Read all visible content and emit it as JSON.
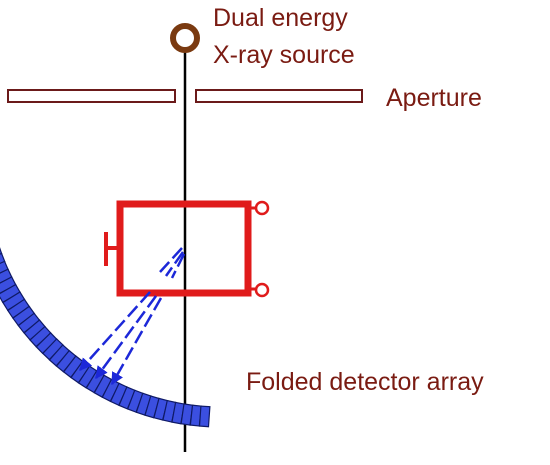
{
  "labels": {
    "source_line1": "Dual energy",
    "source_line2": "X-ray source",
    "aperture": "Aperture",
    "detector": "Folded detector array"
  },
  "colors": {
    "label_text": "#7a1b12",
    "source": "#7a3a10",
    "axis": "#000000",
    "aperture": "#6b1a1a",
    "object": "#e01b1b",
    "beams": "#1c28d8",
    "detector_fill": "#3b4fe0",
    "detector_edge": "#0f1a66"
  },
  "icons": {
    "source": "circle-ring-icon",
    "beams": "dashed-arrow-icon"
  }
}
